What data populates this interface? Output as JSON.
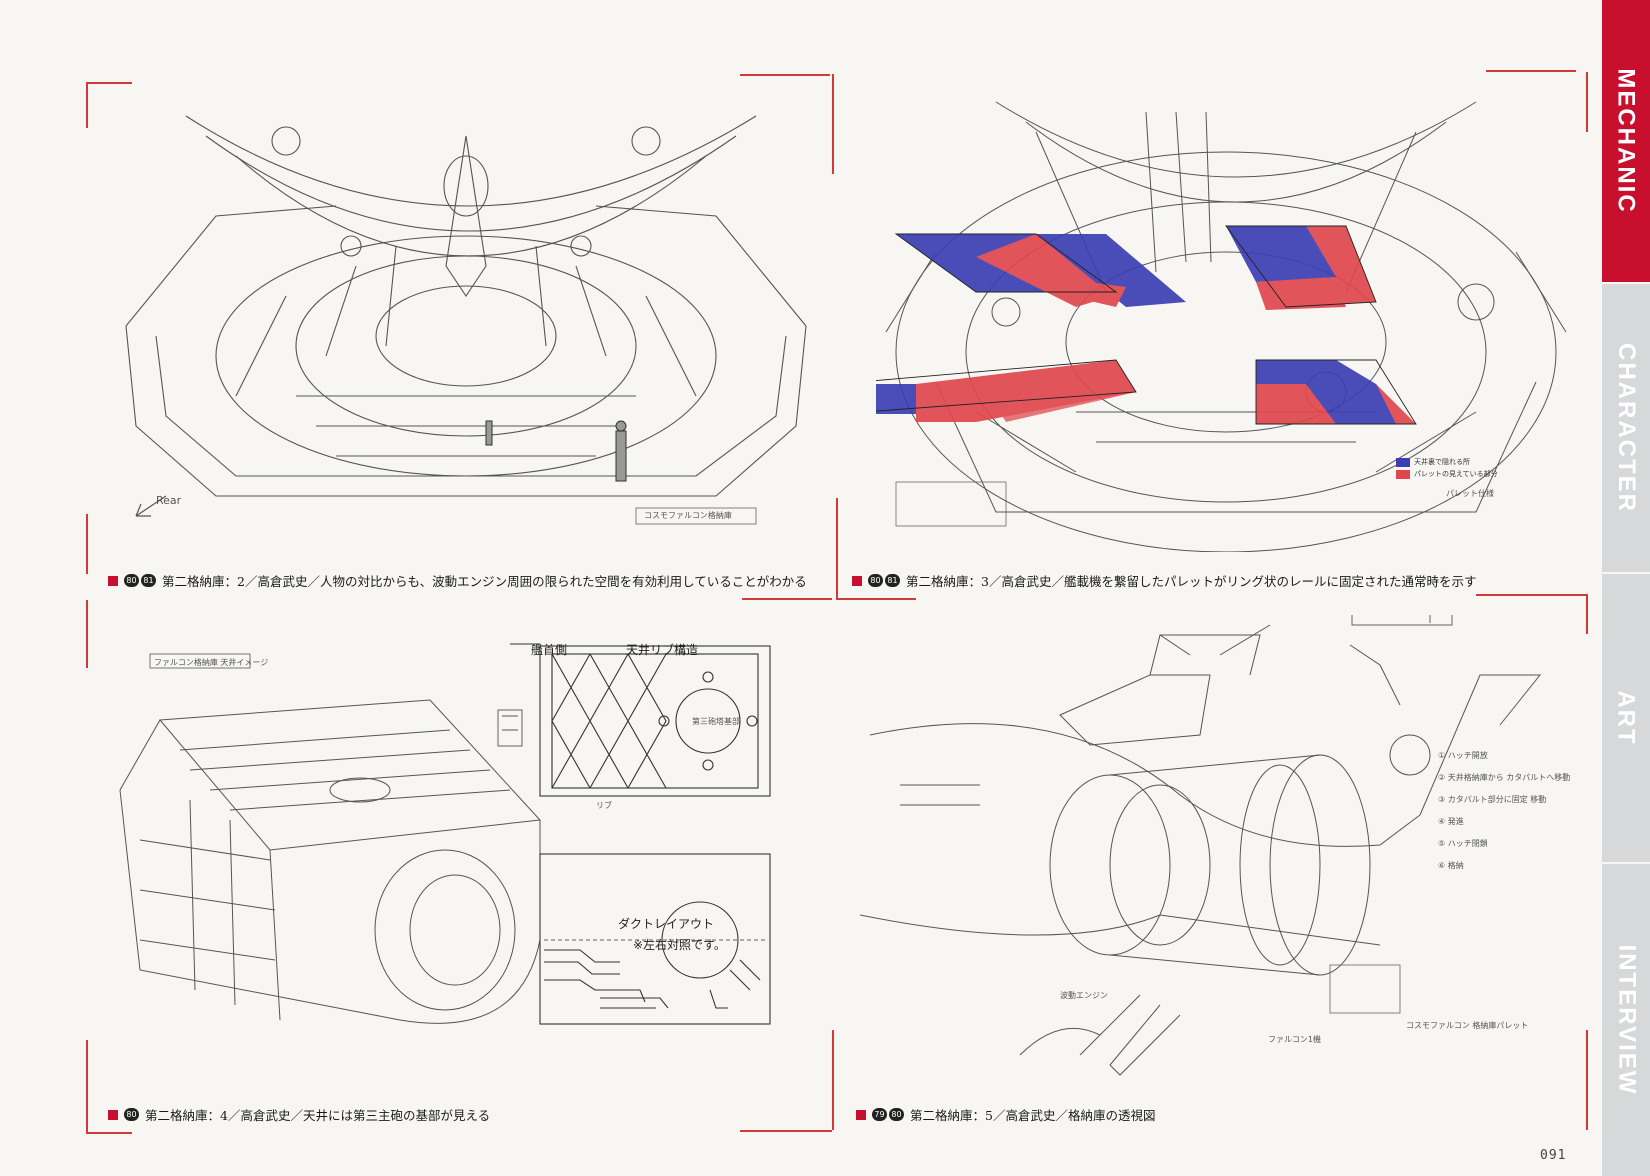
{
  "side_tabs": {
    "mechanic": "MECHANIC",
    "character": "CHARACTER",
    "art": "ART",
    "interview": "INTERVIEW"
  },
  "colors": {
    "accent": "#c8102e",
    "blue_overlay": "#3c3fb4",
    "red_overlay": "#e0474c"
  },
  "panels": {
    "top_left": {
      "nums": [
        "80",
        "81"
      ],
      "caption": "第二格納庫：2／高倉武史／人物の対比からも、波動エンジン周囲の限られた空間を有効利用していることがわかる",
      "note_rear": "Rear",
      "note_label": "コスモファルコン格納庫"
    },
    "top_right": {
      "nums": [
        "80",
        "81"
      ],
      "caption": "第二格納庫：3／高倉武史／艦載機を繋留したパレットがリング状のレールに固定された通常時を示す",
      "legend": [
        {
          "label": "天井裏で隠れる所",
          "color": "#3c3fb4"
        },
        {
          "label": "パレットの見えている部分",
          "color": "#e0474c"
        }
      ],
      "legend_title": "パレット仕様"
    },
    "bottom_left": {
      "nums": [
        "80"
      ],
      "caption": "第二格納庫：4／高倉武史／天井には第三主砲の基部が見える",
      "label_bow": "艦首側",
      "label_ceiling": "天井リブ構造",
      "duct_title": "ダクトレイアウト",
      "duct_note": "※左右対照です。",
      "note_falcon": "ファルコン格納庫 天井イメージ",
      "note_turret": "第三砲塔基部",
      "note_rib": "リブ"
    },
    "bottom_right": {
      "nums": [
        "79",
        "80"
      ],
      "caption": "第二格納庫：5／高倉武史／格納庫の透視図",
      "note_engine": "波動エンジン",
      "note_falcon": "ファルコン1機",
      "note_box": "コスモファルコン 格納庫パレット",
      "steps": [
        "① ハッチ開放",
        "② 天井格納庫から カタパルトへ移動",
        "③ カタパルト部分に固定 移動",
        "④ 発進",
        "⑤ ハッチ閉鎖",
        "⑥ 格納"
      ]
    }
  },
  "page_number": "091"
}
